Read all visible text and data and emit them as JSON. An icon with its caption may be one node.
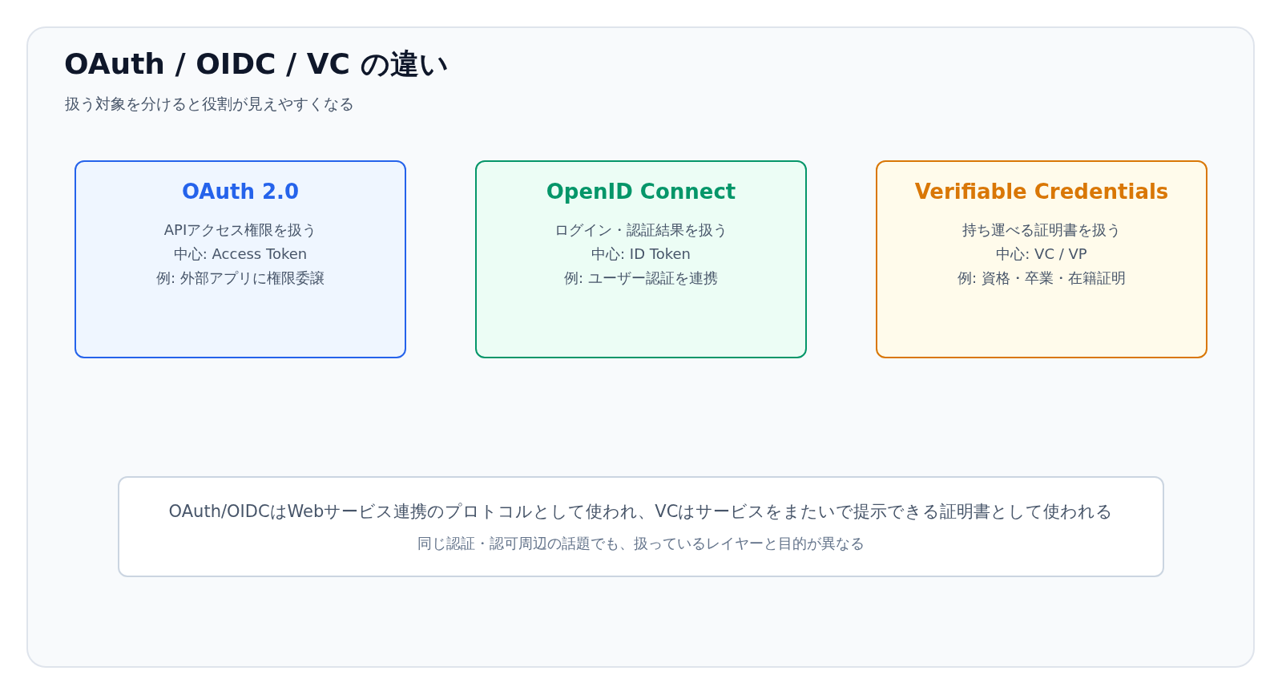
{
  "diagram": {
    "title": "OAuth / OIDC / VC の違い",
    "nodes": [
      {
        "text": [
          "OAuth 2.0",
          "APIアクセス権限を扱う",
          "中心: Access Token",
          "例: 外部アプリに権限委譲"
        ]
      },
      {
        "text": [
          "OpenID Connect",
          "ログイン・認証結果を扱う",
          "中心: ID Token",
          "例: ユーザー認証を連携"
        ]
      },
      {
        "text": [
          "Verifiable Credentials",
          "持ち運べる証明書を扱う",
          "中心: VC / VP",
          "例: 資格・卒業・在籍証明"
        ]
      },
      {
        "text": [
          "OAuth/OIDCはWebサービス連携のプロトコルとして使われ、VCはサービスをまたいで提示できる証明書として使われる",
          "同じ認証・認可周辺の話題でも、扱っているレイヤーと目的が異なる"
        ]
      }
    ],
    "labels": [
      "扱う対象を分けると役割が見えやすくなる"
    ]
  }
}
